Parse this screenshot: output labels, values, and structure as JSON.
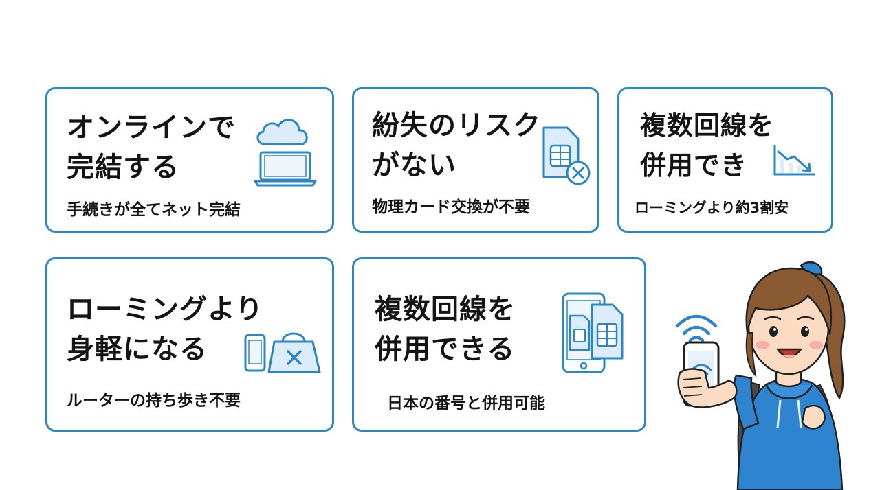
{
  "cards": [
    {
      "title_lines": [
        "オンラインで",
        "完結する"
      ],
      "subtitle": "手続きが全てネット完結",
      "icon": "cloud-laptop-icon"
    },
    {
      "title_lines": [
        "紛失のリスク",
        "がない"
      ],
      "subtitle": "物理カード交換が不要",
      "icon": "sim-card-x-icon"
    },
    {
      "title_lines": [
        "複数回線を",
        "併用でき"
      ],
      "subtitle": "ローミングより約3割安",
      "icon": "chart-down-icon"
    },
    {
      "title_lines": [
        "ローミングより",
        "身軽になる"
      ],
      "subtitle": "ルーターの持ち歩き不要",
      "icon": "phone-bag-x-icon"
    },
    {
      "title_lines": [
        "複数回線を",
        "併用できる"
      ],
      "subtitle": "日本の番号と併用可能",
      "icon": "phone-dual-sim-icon"
    }
  ],
  "colors": {
    "border": "#2a86c6",
    "icon_stroke": "#2a86c6",
    "icon_fill": "#dcecf8",
    "text": "#141414",
    "hoodie": "#2f84cf",
    "hair": "#8a5a33"
  },
  "illustration": {
    "icon": "woman-with-phone-icon"
  }
}
